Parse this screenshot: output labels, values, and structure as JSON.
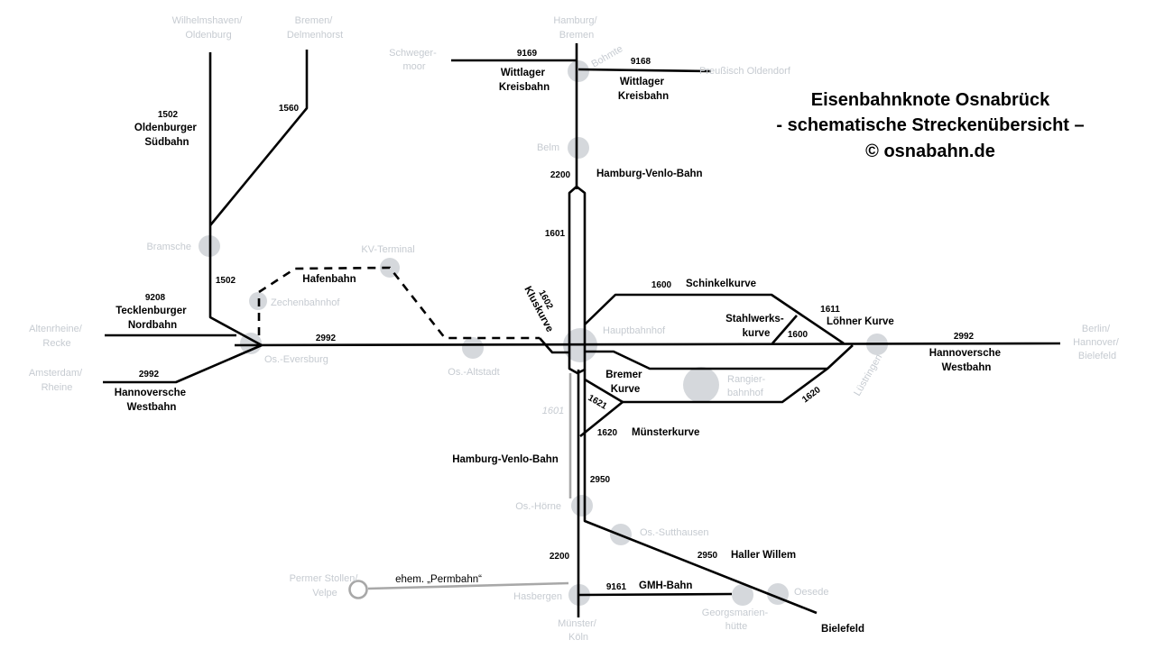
{
  "title": {
    "line1": "Eisenbahnknote Osnabrück",
    "line2": "- schematische Streckenübersicht –",
    "line3": "© osnabahn.de"
  },
  "destinations": {
    "wilhelmshaven": [
      "Wilhelmshaven/",
      "Oldenburg"
    ],
    "bremen_delmenhorst": [
      "Bremen/",
      "Delmenhorst"
    ],
    "hamburg_bremen": [
      "Hamburg/",
      "Bremen"
    ],
    "altenrheine": [
      "Altenrheine/",
      "Recke"
    ],
    "amsterdam": [
      "Amsterdam/",
      "Rheine"
    ],
    "berlin": [
      "Berlin/",
      "Hannover/",
      "Bielefeld"
    ],
    "muenster": [
      "Münster/",
      "Köln"
    ],
    "bielefeld": "Bielefeld",
    "preussisch_oldendorf": "Preußisch Oldendorf"
  },
  "stations": {
    "schwegermoor": [
      "Schweger-",
      "moor"
    ],
    "bohmte": "Bohmte",
    "belm": "Belm",
    "bramsche": "Bramsche",
    "kv_terminal": "KV-Terminal",
    "zechenbahnhof": "Zechenbahnhof",
    "eversburg": "Os.-Eversburg",
    "altstadt": "Os.-Altstadt",
    "hauptbahnhof": "Hauptbahnhof",
    "rangierbahnhof": [
      "Rangier-",
      "bahnhof"
    ],
    "luestringen": "Lüstringen",
    "hoerne": "Os.-Hörne",
    "sutthausen": "Os.-Sutthausen",
    "permer_stollen": [
      "Permer Stollen/",
      "Velpe"
    ],
    "hasbergen": "Hasbergen",
    "georgsmarienhuette": [
      "Georgsmarien-",
      "hütte"
    ],
    "oesede": "Oesede"
  },
  "lines": {
    "l1502_top": "1502",
    "oldenburger": [
      "Oldenburger",
      "Südbahn"
    ],
    "l1560": "1560",
    "l1502_low": "1502",
    "l9208": "9208",
    "tecklenburger": [
      "Tecklenburger",
      "Nordbahn"
    ],
    "l2992_left": "2992",
    "hannoversche_left": [
      "Hannoversche",
      "Westbahn"
    ],
    "hafenbahn": "Hafenbahn",
    "l2992_mid": "2992",
    "l9169": "9169",
    "wittlager_left": [
      "Wittlager",
      "Kreisbahn"
    ],
    "l9168": "9168",
    "wittlager_right": [
      "Wittlager",
      "Kreisbahn"
    ],
    "l2200_top": "2200",
    "hamburg_venlo_top": "Hamburg-Venlo-Bahn",
    "l1601": "1601",
    "l1602": "1602",
    "kluskurve": "Kluskurve",
    "l1600_schinkel": "1600",
    "schinkelkurve": "Schinkelkurve",
    "stahlwerkskurve": [
      "Stahlwerks-",
      "kurve"
    ],
    "l1600_stahl": "1600",
    "l1611": "1611",
    "loehner": "Löhner Kurve",
    "l2992_right": "2992",
    "hannoversche_right": [
      "Hannoversche",
      "Westbahn"
    ],
    "bremer_kurve": [
      "Bremer",
      "Kurve"
    ],
    "l1621": "1621",
    "l1620_rbf": "1620",
    "l1601_grey": "1601",
    "l1620": "1620",
    "muensterkurve": "Münsterkurve",
    "hamburg_venlo_low": "Hamburg-Venlo-Bahn",
    "l2950": "2950",
    "l2200_low": "2200",
    "l2950_hw": "2950",
    "haller_willem": "Haller Willem",
    "permbahn": "ehem. „Permbahn“",
    "l9161": "9161",
    "gmh_bahn": "GMH-Bahn"
  }
}
